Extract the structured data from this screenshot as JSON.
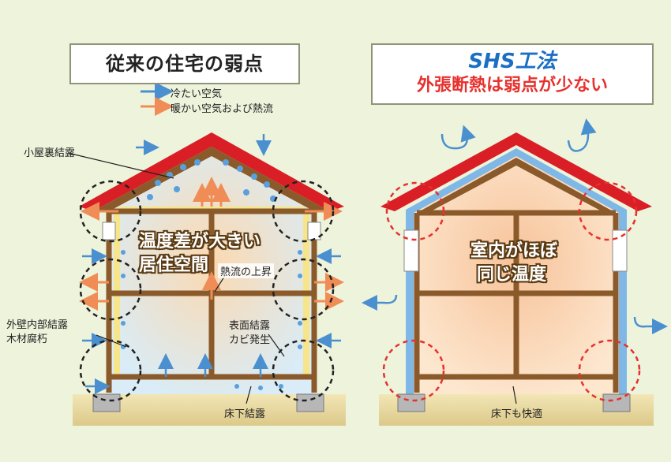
{
  "left_panel": {
    "title": "従来の住宅の弱点",
    "legend": {
      "cold_air": "冷たい空気",
      "warm_air": "暖かい空気および熱流"
    },
    "labels": {
      "attic_condensation": "小屋裏結露",
      "wall_condensation_line1": "外壁内部結露",
      "wall_condensation_line2": "木材腐朽",
      "big_temp_diff_line1": "温度差が大きい",
      "big_temp_diff_line2": "居住空間",
      "heat_rise": "熱流の上昇",
      "surface_condensation_line1": "表面結露",
      "surface_condensation_line2": "カビ発生",
      "floor_condensation": "床下結露"
    }
  },
  "right_panel": {
    "brand": "SHS工法",
    "subtitle": "外張断熱は弱点が少ない",
    "labels": {
      "even_temp_line1": "室内がほぼ",
      "even_temp_line2": "同じ温度",
      "floor_comfort": "床下も快適"
    }
  },
  "colors": {
    "roof": "#d91e25",
    "frame": "#8b5a2b",
    "cold_arrow": "#4a90d0",
    "warm_arrow": "#f08c55",
    "insulation_blue": "#7fb8e6",
    "weak_point_left": "#222222",
    "weak_point_right": "#e6312d",
    "ground": "#e9d8a0"
  }
}
